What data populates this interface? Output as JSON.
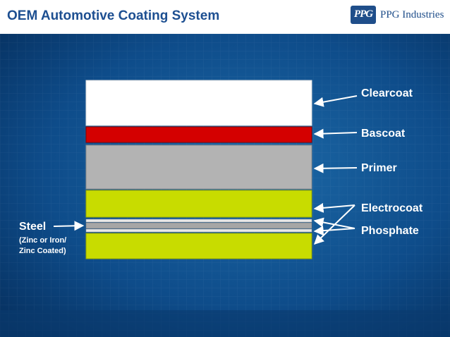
{
  "slide": {
    "title": "OEM Automotive Coating System",
    "logo_mark": "PPG",
    "logo_text": "PPG Industries"
  },
  "layers": [
    {
      "name": "clearcoat",
      "color": "#ffffff"
    },
    {
      "name": "basecoat",
      "color": "#d40000"
    },
    {
      "name": "primer",
      "color": "#b3b3b3"
    },
    {
      "name": "electrocoat-top",
      "color": "#c8dc00"
    },
    {
      "name": "phosphate-top",
      "color": "#e8e8e8"
    },
    {
      "name": "steel",
      "color": "#a6a6a6"
    },
    {
      "name": "phosphate-bottom",
      "color": "#e8e8e8"
    },
    {
      "name": "electrocoat-bottom",
      "color": "#c8dc00"
    }
  ],
  "labels": {
    "clearcoat": "Clearcoat",
    "basecoat": "Bascoat",
    "primer": "Primer",
    "electrocoat": "Electrocoat",
    "phosphate": "Phosphate",
    "steel": "Steel",
    "steel_detail_1": "(Zinc or Iron/",
    "steel_detail_2": "Zinc Coated)"
  },
  "colors": {
    "background": "#0d4a86",
    "header": "#ffffff",
    "title": "#1d4f91",
    "arrow": "#ffffff"
  }
}
